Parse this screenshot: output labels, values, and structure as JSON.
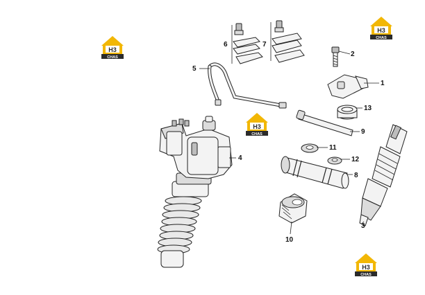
{
  "watermark": {
    "top_text": "H3",
    "bottom_text": "CHAS",
    "color_gold": "#f2b705",
    "color_dark": "#2b2b2b"
  },
  "callouts": {
    "c1": "1",
    "c2": "2",
    "c3": "3",
    "c4": "4",
    "c5": "5",
    "c6": "6",
    "c7": "7",
    "c8": "8",
    "c9": "9",
    "c10": "10",
    "c11": "11",
    "c12": "12",
    "c13": "13"
  }
}
